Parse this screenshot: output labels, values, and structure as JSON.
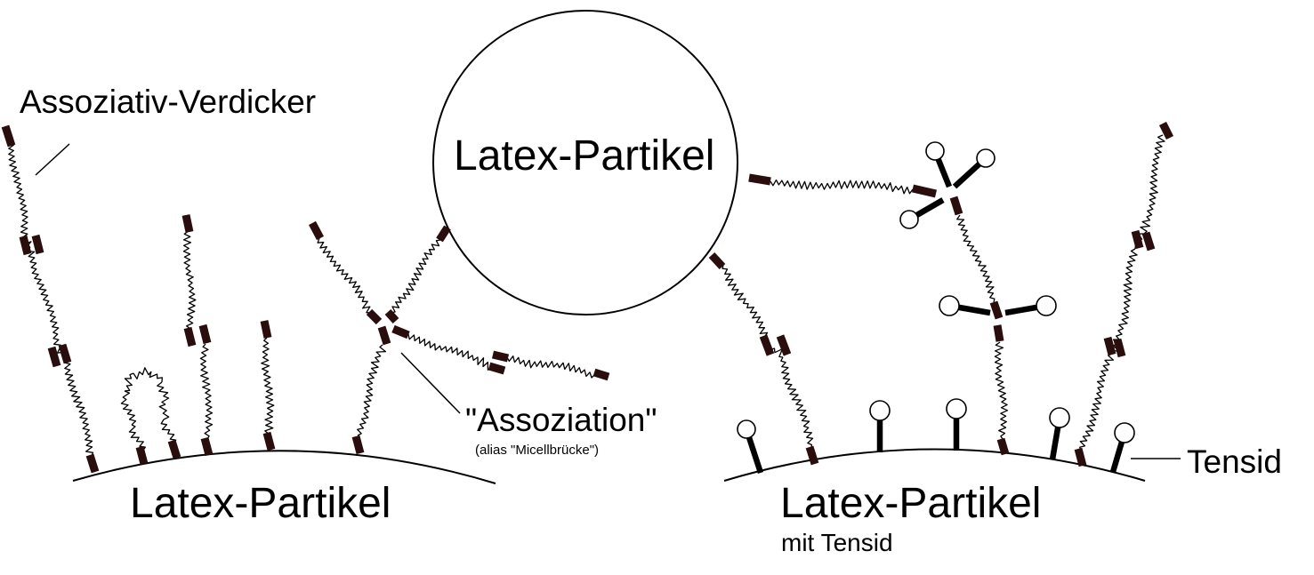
{
  "labels": {
    "assoziativ_verdicker": "Assoziativ-Verdicker",
    "latex_top": "Latex-Partikel",
    "assoziation": "\"Assoziation\"",
    "assoziation_alias": "(alias \"Micellbrücke\")",
    "latex_left": "Latex-Partikel",
    "latex_right": "Latex-Partikel",
    "mit_tensid": "mit Tensid",
    "tensid": "Tensid"
  },
  "colors": {
    "line": "#000000",
    "hydrophobic_block": "#2a0d0d",
    "background": "#ffffff"
  }
}
